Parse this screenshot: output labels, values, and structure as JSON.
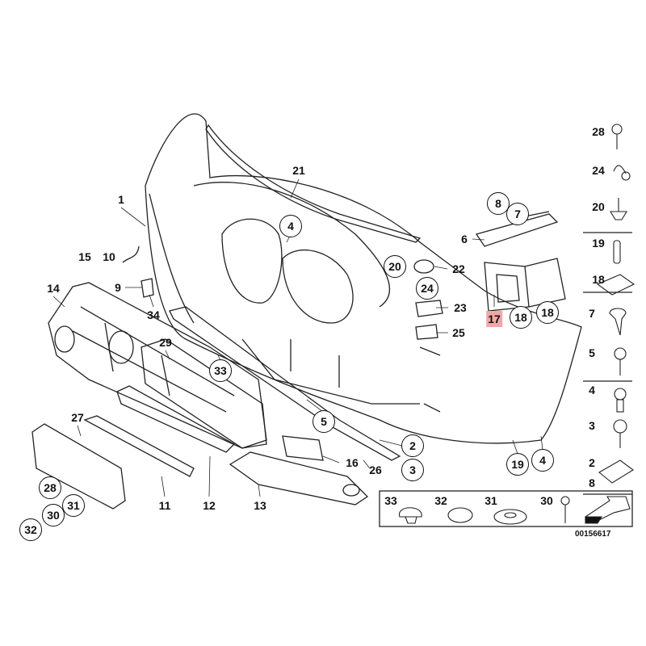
{
  "diagram": {
    "title": "Front bumper parts diagram",
    "drawing_code": "00156617",
    "highlighted_part": "17",
    "highlight_color": "#f2a7a7",
    "labels": [
      "1",
      "21",
      "4",
      "15",
      "10",
      "9",
      "34",
      "14",
      "20",
      "22",
      "24",
      "23",
      "25",
      "8",
      "7",
      "6",
      "17",
      "18",
      "18",
      "29",
      "33",
      "5",
      "2",
      "3",
      "16",
      "26",
      "19",
      "4",
      "27",
      "28",
      "31",
      "30",
      "32",
      "11",
      "12",
      "13"
    ],
    "fasteners_column": [
      "28",
      "24",
      "20",
      "19",
      "18",
      "7",
      "5",
      "4",
      "3",
      "2",
      "8"
    ],
    "fasteners_box": [
      "33",
      "32",
      "31",
      "30"
    ]
  }
}
